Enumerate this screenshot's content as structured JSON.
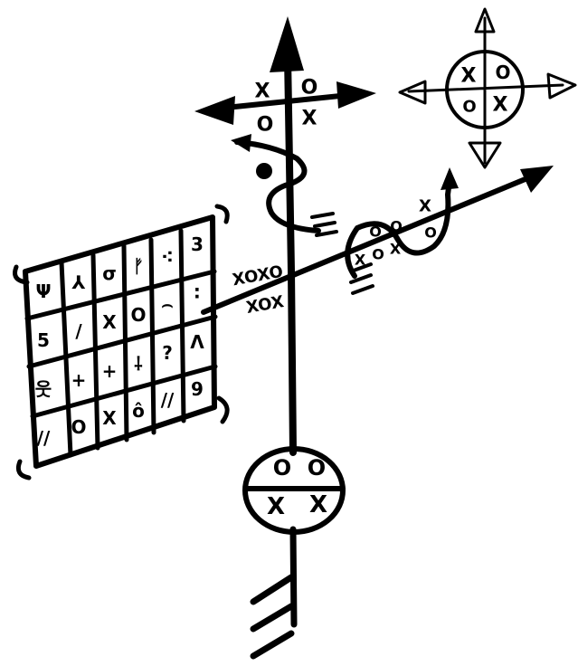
{
  "colors": {
    "ink": "#000000",
    "paper": "#ffffff"
  },
  "top_cross": {
    "marks": [
      "X",
      "O",
      "O",
      "X"
    ]
  },
  "compass": {
    "marks": [
      "X",
      "O",
      "O",
      "X"
    ],
    "arrow_style": "open"
  },
  "bottom_circle": {
    "marks": [
      "O",
      "O",
      "X",
      "X"
    ]
  },
  "diagonal_marks": {
    "row1": "XOXO",
    "row2": "XOX",
    "loop_marks": [
      "O",
      "O",
      "X",
      "O",
      "X",
      "O",
      "X"
    ]
  },
  "grid": {
    "rows": [
      [
        "Ψ",
        "⅄",
        "σ",
        "ᚠ",
        "⁖",
        "3"
      ],
      [
        "5",
        "/",
        "X",
        "O",
        "⌢",
        "∶"
      ],
      [
        "웃",
        "+",
        "+",
        "⸸",
        "?",
        "Λ"
      ],
      [
        "//",
        "O",
        "X",
        "ô",
        "//",
        "9"
      ]
    ]
  }
}
